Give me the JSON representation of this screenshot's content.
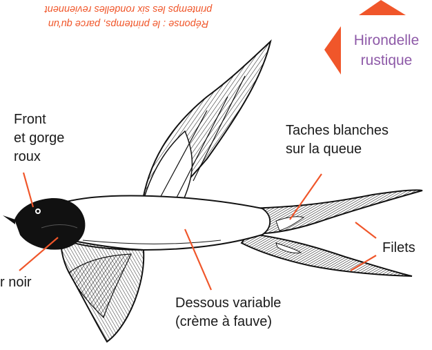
{
  "answer": {
    "line1": "Réponse : le printemps, parce qu'un",
    "line2": "printemps les six rondelles reviennent"
  },
  "species": {
    "line1": "Hirondelle",
    "line2": "rustique"
  },
  "labels": {
    "forehead_line1": "Front",
    "forehead_line2": "et gorge",
    "forehead_line3": "roux",
    "breast_collar": "r noir",
    "belly_line1": "Dessous variable",
    "belly_line2": "(crème à fauve)",
    "tail_spots_line1": "Taches blanches",
    "tail_spots_line2": "sur la queue",
    "streamers": "Filets"
  },
  "colors": {
    "accent": "#f0562a",
    "species_label": "#8e5aa8",
    "ink": "#1a1a1a"
  },
  "icons": [
    "orange-arrow-up",
    "orange-arrow-left"
  ]
}
